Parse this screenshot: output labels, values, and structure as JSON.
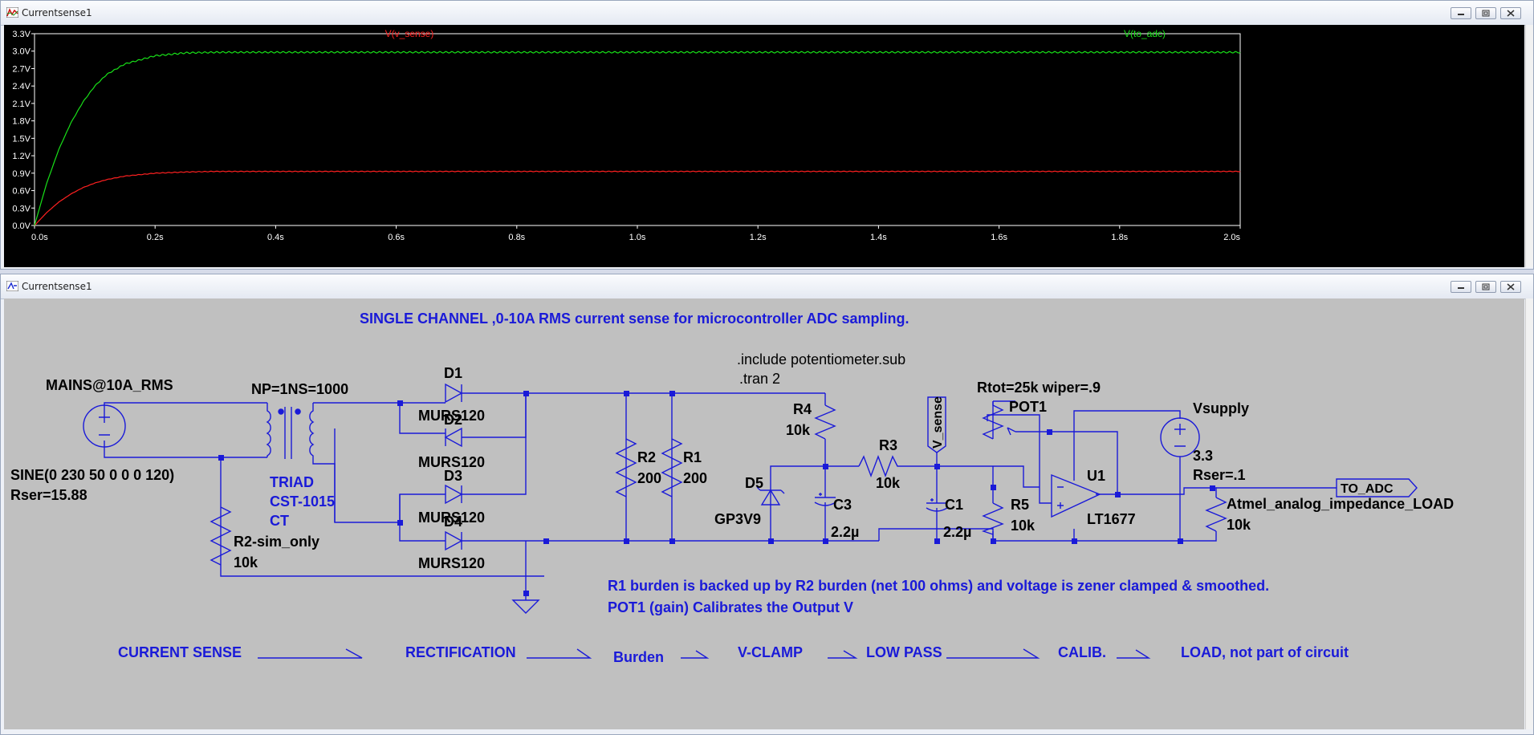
{
  "plot_window": {
    "title": "Currentsense1",
    "traces": [
      {
        "name": "V(v_sense)",
        "color": "#ff2020",
        "final": 0.93
      },
      {
        "name": "V(to_adc)",
        "color": "#18e018",
        "final": 2.98
      }
    ],
    "y_ticks": [
      "3.3V",
      "3.0V",
      "2.7V",
      "2.4V",
      "2.1V",
      "1.8V",
      "1.5V",
      "1.2V",
      "0.9V",
      "0.6V",
      "0.3V",
      "0.0V"
    ],
    "x_ticks": [
      "0.0s",
      "0.2s",
      "0.4s",
      "0.6s",
      "0.8s",
      "1.0s",
      "1.2s",
      "1.4s",
      "1.6s",
      "1.8s",
      "2.0s"
    ],
    "chart_data": {
      "type": "line",
      "x_range": [
        0,
        2.0
      ],
      "y_range": [
        0,
        3.3
      ],
      "x_unit": "s",
      "y_unit": "V",
      "series": [
        {
          "name": "V(v_sense)",
          "color": "#ff2020",
          "x": [
            0,
            0.02,
            0.04,
            0.06,
            0.08,
            0.1,
            0.12,
            0.15,
            0.2,
            0.25,
            0.3,
            0.4,
            0.6,
            1.0,
            1.5,
            2.0
          ],
          "values": [
            0,
            0.22,
            0.4,
            0.54,
            0.65,
            0.73,
            0.79,
            0.85,
            0.9,
            0.92,
            0.93,
            0.93,
            0.93,
            0.93,
            0.93,
            0.93
          ]
        },
        {
          "name": "V(to_adc)",
          "color": "#18e018",
          "x": [
            0,
            0.02,
            0.04,
            0.06,
            0.08,
            0.1,
            0.12,
            0.15,
            0.2,
            0.25,
            0.3,
            0.4,
            0.6,
            1.0,
            1.5,
            2.0
          ],
          "values": [
            0,
            0.72,
            1.3,
            1.76,
            2.12,
            2.4,
            2.6,
            2.78,
            2.92,
            2.97,
            2.98,
            2.98,
            2.98,
            2.98,
            2.98,
            2.98
          ]
        }
      ]
    }
  },
  "schematic_window": {
    "title": "Currentsense1",
    "heading": "SINGLE CHANNEL ,0-10A RMS current sense for microcontroller ADC sampling.",
    "directives": {
      "include": ".include potentiometer.sub",
      "tran": ".tran 2"
    },
    "source": {
      "name": "MAINS@10A_RMS",
      "value": "SINE(0 230 50 0 0 0 120)",
      "rser": "Rser=15.88"
    },
    "transformer": {
      "ratio": "NP=1NS=1000",
      "line1": "TRIAD",
      "line2": "CST-1015",
      "line3": "CT"
    },
    "diodes": {
      "d1": "D1",
      "d2": "D2",
      "d3": "D3",
      "d4": "D4",
      "model": "MURS120"
    },
    "r2sim": {
      "name": "R2-sim_only",
      "value": "10k"
    },
    "r2": {
      "name": "R2",
      "value": "200"
    },
    "r1": {
      "name": "R1",
      "value": "200"
    },
    "r4": {
      "name": "R4",
      "value": "10k"
    },
    "r3": {
      "name": "R3",
      "value": "10k"
    },
    "d5": {
      "name": "D5",
      "value": "GP3V9"
    },
    "c3": {
      "name": "C3",
      "value": "2.2µ"
    },
    "c1": {
      "name": "C1",
      "value": "2.2µ"
    },
    "vsense_label": "V_sense",
    "pot": {
      "params": "Rtot=25k wiper=.9",
      "name": "POT1"
    },
    "r5": {
      "name": "R5",
      "value": "10k"
    },
    "opamp": {
      "name": "U1",
      "value": "LT1677"
    },
    "vsupply": {
      "name": "Vsupply",
      "value": "3.3",
      "rser": "Rser=.1"
    },
    "adc_label": "TO_ADC",
    "load": {
      "name": "Atmel_analog_impedance_LOAD",
      "value": "10k"
    },
    "comment1": "R1 burden is backed up by R2 burden (net 100 ohms) and voltage is zener clamped & smoothed.",
    "comment2": "POT1 (gain) Calibrates the Output V",
    "stages": [
      "CURRENT SENSE",
      "RECTIFICATION",
      "Burden",
      "V-CLAMP",
      "LOW PASS",
      "CALIB.",
      "LOAD, not part of circuit"
    ]
  }
}
